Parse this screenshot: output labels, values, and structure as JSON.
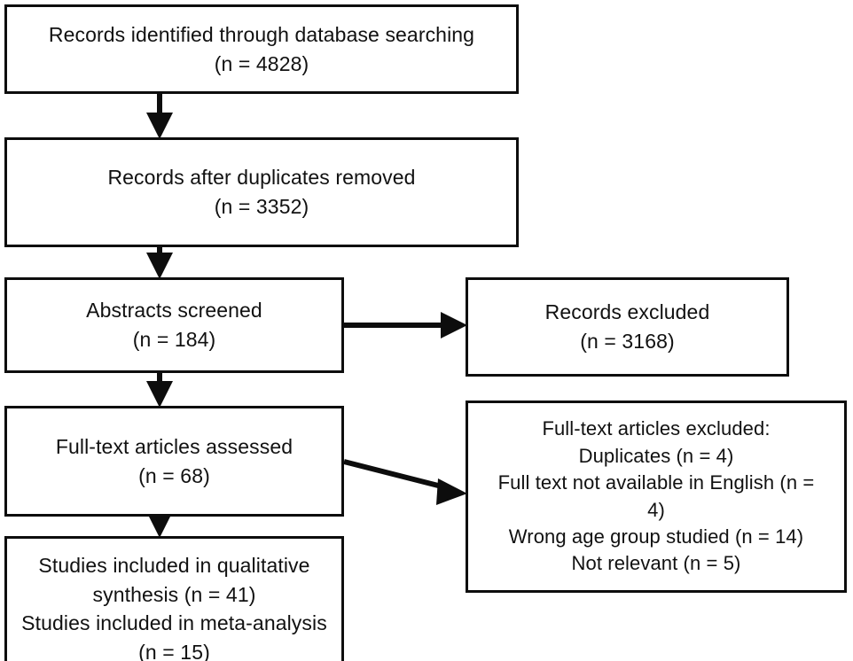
{
  "diagram": {
    "type": "prisma-flow-diagram",
    "background_color": "#ffffff",
    "line_color": "#0d0d0d",
    "text_color": "#111111"
  },
  "nodes": {
    "identified": {
      "name": "records-identified-through-database-searching",
      "lines": [
        "Records identified through database searching",
        "(n = 4828)"
      ],
      "count": 4828
    },
    "duplicates_removed": {
      "name": "records-after-duplicates-removed",
      "lines": [
        "Records after duplicates removed",
        "(n = 3352)"
      ],
      "count": 3352
    },
    "abstracts_screened": {
      "name": "abstracts-screened",
      "lines": [
        "Abstracts screened",
        "(n = 184)"
      ],
      "count": 184
    },
    "records_excluded": {
      "name": "records-excluded",
      "lines": [
        "Records excluded",
        "(n = 3168)"
      ],
      "count": 3168
    },
    "fulltext_assessed": {
      "name": "full-text-articles-assessed",
      "lines": [
        "Full-text articles assessed",
        "(n = 68)"
      ],
      "count": 68
    },
    "fulltext_excluded": {
      "name": "full-text-articles-excluded",
      "lines": [
        "Full-text articles excluded:",
        "Duplicates (n = 4)",
        "Full text not available in English (n =",
        "4)",
        "Wrong age group studied (n = 14)",
        "Not relevant (n = 5)"
      ],
      "reasons": [
        {
          "label": "Duplicates",
          "count": 4
        },
        {
          "label": "Full text not available in English",
          "count": 4
        },
        {
          "label": "Wrong age group studied",
          "count": 14
        },
        {
          "label": "Not relevant",
          "count": 5
        }
      ]
    },
    "included": {
      "name": "studies-included",
      "lines": [
        "Studies included in qualitative",
        "synthesis (n = 41)",
        "Studies included in meta-analysis",
        "(n = 15)"
      ],
      "qualitative_synthesis_count": 41,
      "meta_analysis_count": 15
    }
  },
  "connectors": [
    {
      "name": "arrow-identified-to-duplicates",
      "from": "identified",
      "to": "duplicates_removed",
      "direction": "down"
    },
    {
      "name": "arrow-duplicates-to-abstracts",
      "from": "duplicates_removed",
      "to": "abstracts_screened",
      "direction": "down"
    },
    {
      "name": "arrow-abstracts-to-records-excluded",
      "from": "abstracts_screened",
      "to": "records_excluded",
      "direction": "right"
    },
    {
      "name": "arrow-abstracts-to-fulltext",
      "from": "abstracts_screened",
      "to": "fulltext_assessed",
      "direction": "down"
    },
    {
      "name": "arrow-fulltext-to-fulltext-excluded",
      "from": "fulltext_assessed",
      "to": "fulltext_excluded",
      "direction": "diagonal-down-right"
    },
    {
      "name": "arrow-fulltext-to-included",
      "from": "fulltext_assessed",
      "to": "included",
      "direction": "down"
    }
  ]
}
